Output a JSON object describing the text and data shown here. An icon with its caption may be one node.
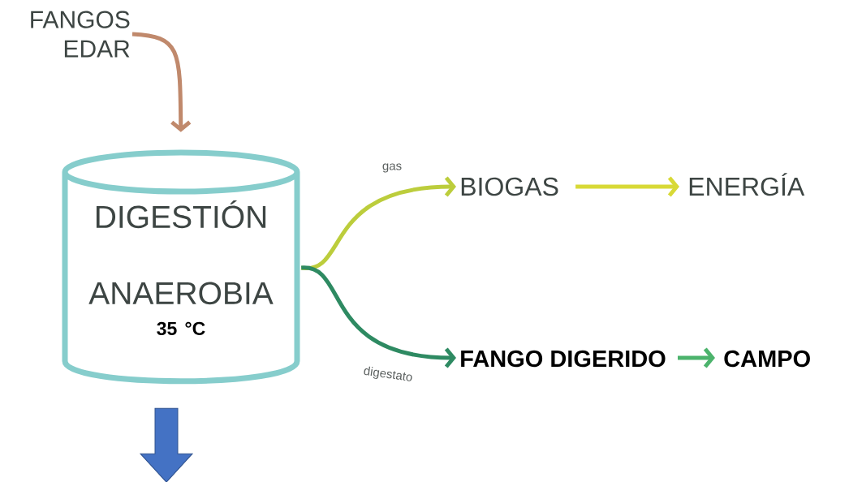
{
  "diagram": {
    "nodes": [
      {
        "text": [
          "FANGOS EDAR"
        ]
      },
      {
        "text": [
          "DIGESTIÓN ANAEROBIA",
          "35 °C"
        ]
      },
      {
        "text": [
          "BIOGAS"
        ]
      },
      {
        "text": [
          "ENERGÍA"
        ]
      },
      {
        "text": [
          "FANGO DIGERIDO"
        ]
      },
      {
        "text": [
          "CAMPO"
        ]
      }
    ],
    "edges": [
      {
        "from": 0,
        "to": 1,
        "arrow": "to",
        "color": "#c0896c"
      },
      {
        "from": 1,
        "to": 2,
        "arrow": "to",
        "label": "gas",
        "color": "#bccd3c"
      },
      {
        "from": 2,
        "to": 3,
        "arrow": "to",
        "color": "#d8d936"
      },
      {
        "from": 1,
        "to": 4,
        "arrow": "to",
        "label": "digestato",
        "color": "#2e8a62"
      },
      {
        "from": 4,
        "to": 5,
        "arrow": "to",
        "color": "#4cb36c"
      },
      {
        "from": 1,
        "to": null,
        "arrow": "to",
        "style": "thick",
        "color": "#4472c4"
      }
    ]
  }
}
